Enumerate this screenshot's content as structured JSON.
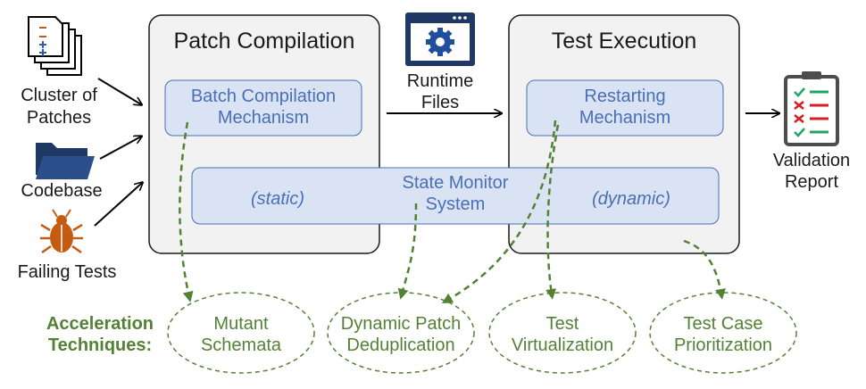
{
  "inputs": {
    "cluster_of_patches": [
      "Cluster of",
      "Patches"
    ],
    "codebase": "Codebase",
    "failing_tests": "Failing Tests"
  },
  "patch_compilation": {
    "title": "Patch Compilation",
    "batch_compilation": [
      "Batch Compilation",
      "Mechanism"
    ]
  },
  "runtime_files": [
    "Runtime",
    "Files"
  ],
  "test_execution": {
    "title": "Test Execution",
    "restarting": [
      "Restarting",
      "Mechanism"
    ]
  },
  "state_monitor": {
    "title": [
      "State Monitor",
      "System"
    ],
    "static_label": "(static)",
    "dynamic_label": "(dynamic)"
  },
  "validation_report": [
    "Validation",
    "Report"
  ],
  "acceleration": {
    "label": [
      "Acceleration",
      "Techniques:"
    ],
    "techniques": [
      [
        "Mutant",
        "Schemata"
      ],
      [
        "Dynamic Patch",
        "Deduplication"
      ],
      [
        "Test",
        "Virtualization"
      ],
      [
        "Test Case",
        "Prioritization"
      ]
    ]
  },
  "colors": {
    "panel_fill": "#f2f2f2",
    "mechanism_fill": "#dae3f3",
    "mechanism_stroke": "#4a6fb5",
    "accent_green": "#548235",
    "icon_navy": "#1f3864",
    "bug_orange": "#c55a11"
  }
}
